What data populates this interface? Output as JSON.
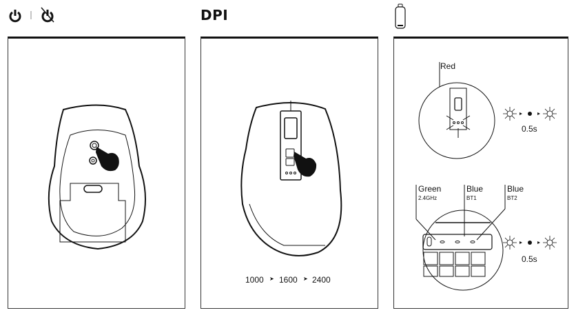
{
  "headers": {
    "power_section": {
      "icons": [
        "power-on-icon",
        "separator",
        "power-off-icon"
      ]
    },
    "dpi_section": {
      "title": "DPI"
    },
    "battery_section": {
      "icons": [
        "battery-low-icon"
      ]
    }
  },
  "panels": {
    "power": {
      "illustration": "mouse-bottom-view-with-finger-pressing-power-switch"
    },
    "dpi": {
      "illustration": "mouse-top-view-with-finger-pressing-dpi-button",
      "sequence": {
        "step1": "1000",
        "step2": "1600",
        "step3": "2400",
        "arrow": "➤"
      }
    },
    "battery": {
      "low_battery": {
        "led_label": "Red",
        "timing": "0.5s"
      },
      "connection": {
        "leds": [
          {
            "color": "Green",
            "mode": "2.4GHz"
          },
          {
            "color": "Blue",
            "mode": "BT1"
          },
          {
            "color": "Blue",
            "mode": "BT2"
          }
        ],
        "timing": "0.5s"
      }
    }
  },
  "colors": {
    "line": "#111111",
    "background": "#ffffff"
  }
}
